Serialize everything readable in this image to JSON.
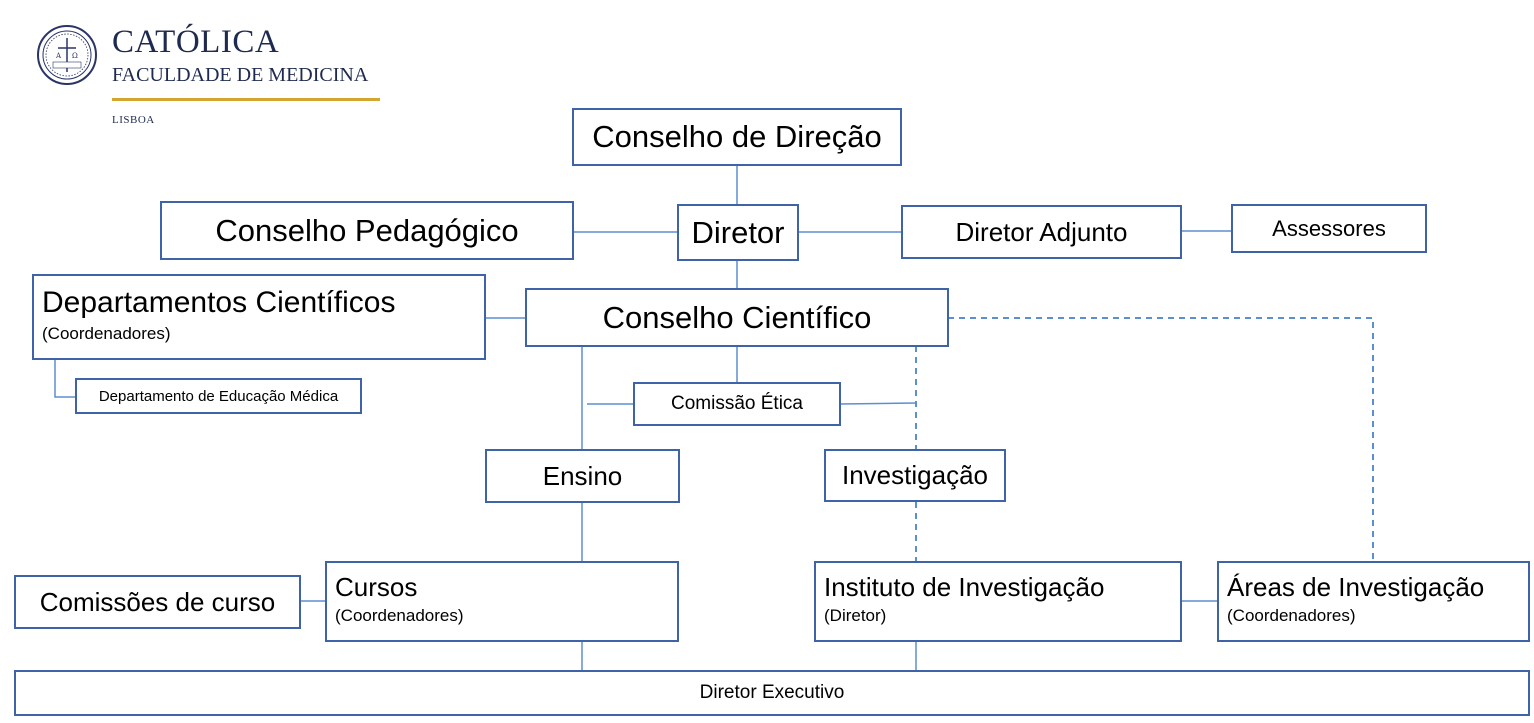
{
  "logo": {
    "title": "CATÓLICA",
    "subtitle": "FACULDADE DE MEDICINA",
    "city": "LISBOA",
    "seal_icon": "university-seal-icon",
    "seal_text": "Α Ω VERITATE",
    "colors": {
      "text": "#1f2a50",
      "accent_bar": "#d3a72f"
    }
  },
  "colors": {
    "box_border": "#3f63a8",
    "line": "#5b8fd0"
  },
  "nodes": {
    "conselho_direcao": "Conselho de Direção",
    "diretor": "Diretor",
    "conselho_pedagogico": "Conselho Pedagógico",
    "diretor_adjunto": "Diretor Adjunto",
    "assessores": "Assessores",
    "departamentos": {
      "title": "Departamentos Científicos",
      "subtitle": "(Coordenadores)"
    },
    "conselho_cientifico": "Conselho Científico",
    "dep_educacao_medica": "Departamento de Educação Médica",
    "comissao_etica": "Comissão Ética",
    "ensino": "Ensino",
    "investigacao": "Investigação",
    "comissoes_curso": "Comissões de curso",
    "cursos": {
      "title": "Cursos",
      "subtitle": "(Coordenadores)"
    },
    "instituto": {
      "title": "Instituto de Investigação",
      "subtitle": "(Diretor)"
    },
    "areas": {
      "title": "Áreas de Investigação",
      "subtitle": "(Coordenadores)"
    },
    "diretor_executivo": "Diretor Executivo"
  }
}
